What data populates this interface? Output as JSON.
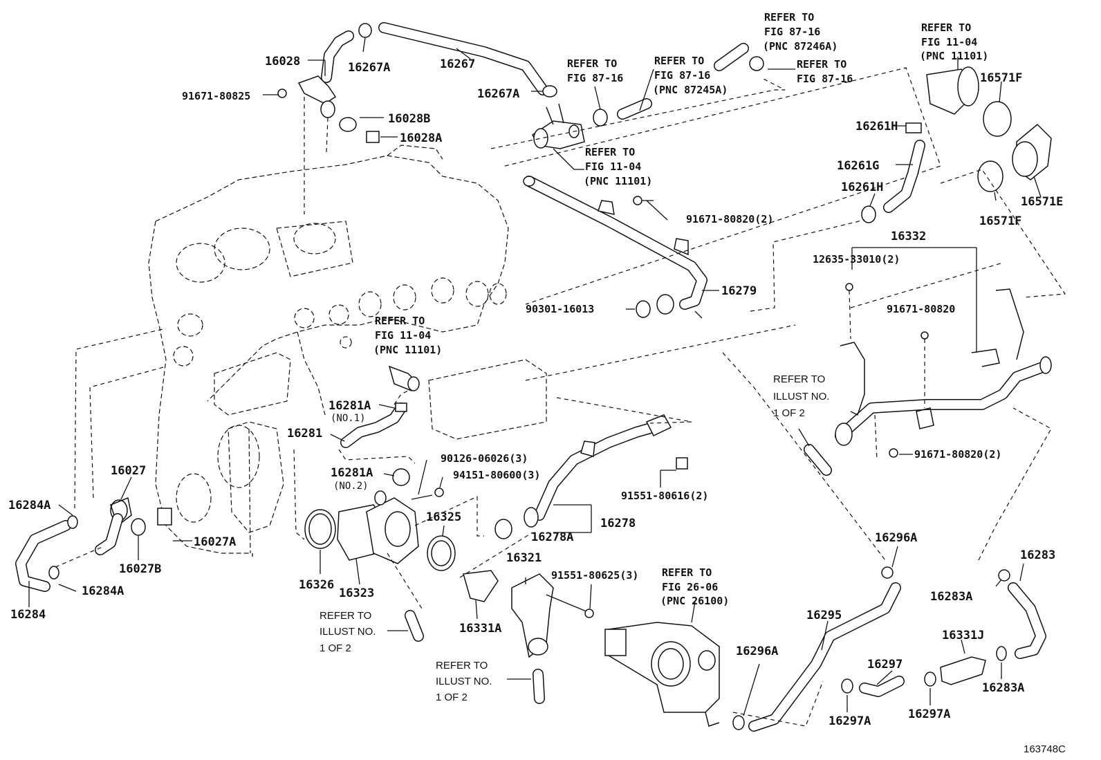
{
  "diagram_id": "163748C",
  "labels": {
    "p16028": "16028",
    "p16267A_top": "16267A",
    "p16267": "16267",
    "p16267A_mid": "16267A",
    "p91671_80825": "91671-80825",
    "p16028B": "16028B",
    "p16028A": "16028A",
    "p16261H_top": "16261H",
    "p16261G": "16261G",
    "p16261H_mid": "16261H",
    "p16571F_top": "16571F",
    "p16571E": "16571E",
    "p16571F_bot": "16571F",
    "p91671_80820_2_top": "91671-80820(2)",
    "p16279": "16279",
    "p90301_16013": "90301-16013",
    "p16332": "16332",
    "p12635_33010_2": "12635-33010(2)",
    "p91671_80820": "91671-80820",
    "p91671_80820_2_right": "91671-80820(2)",
    "p16281A_no1": "16281A",
    "no1": "(NO.1)",
    "p16281": "16281",
    "p16281A_no2": "16281A",
    "no2": "(NO.2)",
    "p90126_06026_3": "90126-06026(3)",
    "p94151_80600_3": "94151-80600(3)",
    "p16325": "16325",
    "p16278": "16278",
    "p16278A": "16278A",
    "p91551_80616_2": "91551-80616(2)",
    "p16027": "16027",
    "p16284A_top": "16284A",
    "p16027A": "16027A",
    "p16027B": "16027B",
    "p16284A_bot": "16284A",
    "p16284": "16284",
    "p16326": "16326",
    "p16323": "16323",
    "p16321": "16321",
    "p91551_80625_3": "91551-80625(3)",
    "p16331A": "16331A",
    "p16296A_top": "16296A",
    "p16296A_bot": "16296A",
    "p16295": "16295",
    "p16297": "16297",
    "p16297A_left": "16297A",
    "p16297A_right": "16297A",
    "p16331J": "16331J",
    "p16283": "16283",
    "p16283A_top": "16283A",
    "p16283A_bot": "16283A"
  },
  "refs": {
    "fig8716_a": [
      "REFER TO",
      "FIG 87-16",
      "(PNC 87246A)"
    ],
    "fig8716_b": [
      "REFER TO",
      "FIG 87-16"
    ],
    "fig8716_c": [
      "REFER TO",
      "FIG 87-16"
    ],
    "fig8716_d": [
      "REFER TO",
      "FIG 87-16",
      "(PNC 87245A)"
    ],
    "fig1104_a": [
      "REFER TO",
      "FIG 11-04",
      "(PNC 11101)"
    ],
    "fig1104_b": [
      "REFER TO",
      "FIG 11-04",
      "(PNC 11101)"
    ],
    "fig1104_c": [
      "REFER TO",
      "FIG 11-04",
      "(PNC 11101)"
    ],
    "fig2606": [
      "REFER TO",
      "FIG 26-06",
      "(PNC 26100)"
    ],
    "illust_right": [
      "REFER TO",
      "ILLUST NO.",
      "1 OF 2"
    ],
    "illust_mid": [
      "REFER TO",
      "ILLUST NO.",
      "1 OF 2"
    ],
    "illust_bot": [
      "REFER TO",
      "ILLUST NO.",
      "1 OF 2"
    ]
  }
}
